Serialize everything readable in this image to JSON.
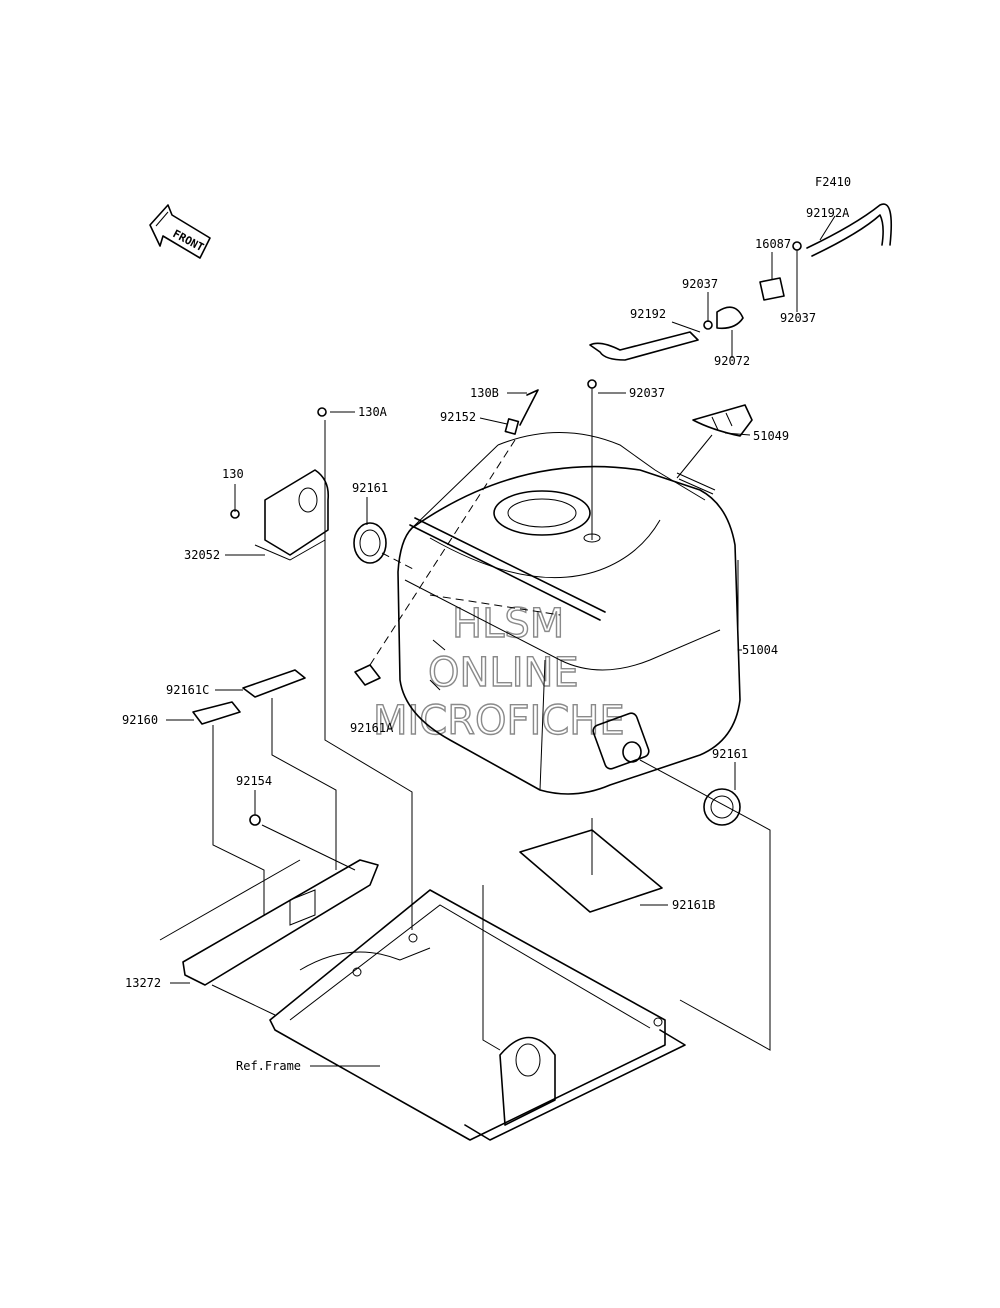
{
  "figure_code": "F2410",
  "front_label": "FRONT",
  "watermark": [
    "HLSM",
    "ONLINE",
    "MICROFICHE"
  ],
  "part_labels": {
    "p92192A": "92192A",
    "p16087": "16087",
    "p92037_top": "92037",
    "p92037_right": "92037",
    "p92192": "92192",
    "p92072": "92072",
    "p130B": "130B",
    "p92037_mid": "92037",
    "p92152": "92152",
    "p130A": "130A",
    "p51049": "51049",
    "p130": "130",
    "p92161_left": "92161",
    "p32052": "32052",
    "p51004": "51004",
    "p92161C": "92161C",
    "p92160": "92160",
    "p92161A": "92161A",
    "p92161_right": "92161",
    "p92154": "92154",
    "p92161B": "92161B",
    "p13272": "13272",
    "ref_frame": "Ref.Frame"
  }
}
